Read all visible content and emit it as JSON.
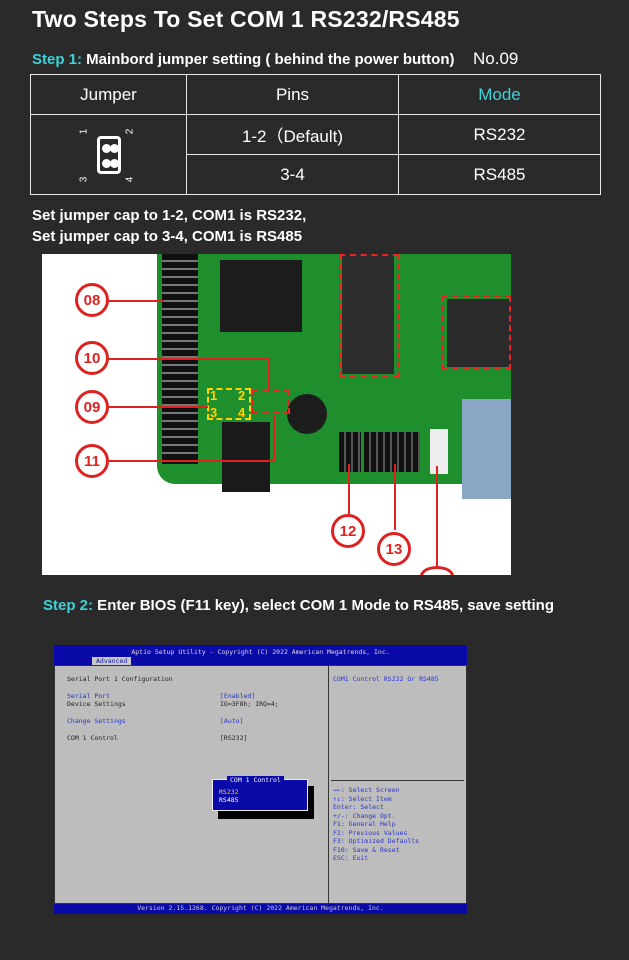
{
  "title": "Two Steps To Set COM 1 RS232/RS485",
  "step1": {
    "label": "Step 1:",
    "text": " Mainbord jumper setting ( behind the power button)",
    "number": "No.09"
  },
  "table": {
    "headers": [
      "Jumper",
      "Pins",
      "Mode"
    ],
    "rows": [
      {
        "pins": "1-2（Default)",
        "mode": "RS232"
      },
      {
        "pins": "3-4",
        "mode": "RS485"
      }
    ],
    "jumper_pins": [
      "1",
      "2",
      "3",
      "4"
    ]
  },
  "note": {
    "line1": "Set jumper cap to 1-2, COM1 is RS232,",
    "line2": "Set jumper cap to 3-4, COM1 is RS485"
  },
  "board": {
    "callouts": [
      "08",
      "10",
      "09",
      "11",
      "12",
      "13"
    ],
    "pin_labels": [
      "1",
      "2",
      "3",
      "4"
    ]
  },
  "step2": {
    "label": "Step 2:",
    "text": " Enter BIOS (F11 key), select COM 1 Mode to RS485, save setting"
  },
  "bios": {
    "header": "Aptio Setup Utility - Copyright (C) 2022 American Megatrends, Inc.",
    "tab": "Advanced",
    "section": "Serial Port 1 Configuration",
    "serial_port_label": "Serial Port",
    "serial_port_value": "[Enabled]",
    "device_settings_label": "Device Settings",
    "device_settings_value": "IO=3F8h; IRQ=4;",
    "change_settings_label": "Change Settings",
    "change_settings_value": "[Auto]",
    "com_control_label": "COM 1 Control",
    "com_control_value": "[RS232]",
    "help_text": "COM1 Control RS232 Or RS485",
    "popup_title": "COM 1 Control",
    "popup_options": [
      "RS232",
      "RS485"
    ],
    "keys": [
      "→←: Select Screen",
      "↑↓: Select Item",
      "Enter: Select",
      "+/-: Change Opt.",
      "F1: General Help",
      "F2: Previous Values",
      "F3: Optimized Defaults",
      "F10: Save & Reset",
      "ESC: Exit"
    ],
    "footer": "Version 2.15.1268. Copyright (C) 2022 American Megatrends, Inc."
  },
  "colors": {
    "accent": "#3fd0d8",
    "callout": "#dd2222",
    "bios_blue": "#0a0aa8",
    "background": "#2a2a2a"
  }
}
